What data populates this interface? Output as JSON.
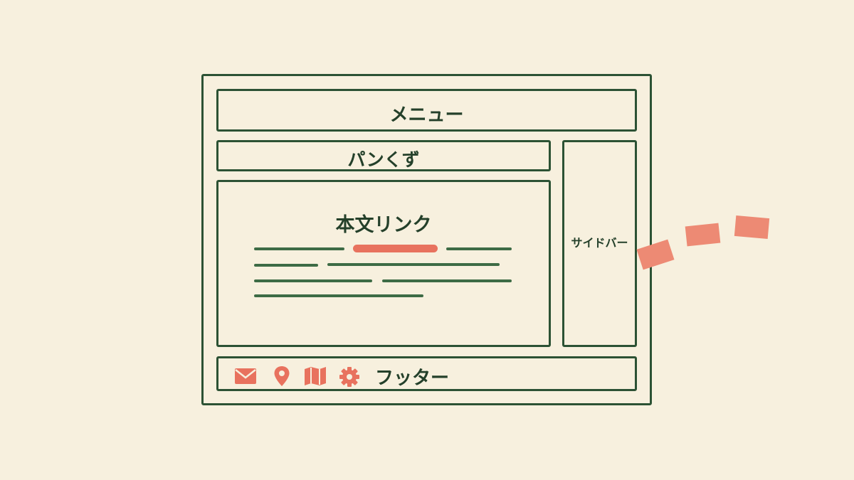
{
  "menu": {
    "label": "メニュー"
  },
  "breadcrumb": {
    "label": "パンくず"
  },
  "content": {
    "title": "本文リンク"
  },
  "sidebar": {
    "label": "サイドバー"
  },
  "footer": {
    "label": "フッター",
    "icons": [
      "mail-icon",
      "location-pin-icon",
      "map-icon",
      "gear-icon"
    ]
  },
  "colors": {
    "background": "#f7f0de",
    "line": "#2c5234",
    "accent": "#e8725e"
  }
}
